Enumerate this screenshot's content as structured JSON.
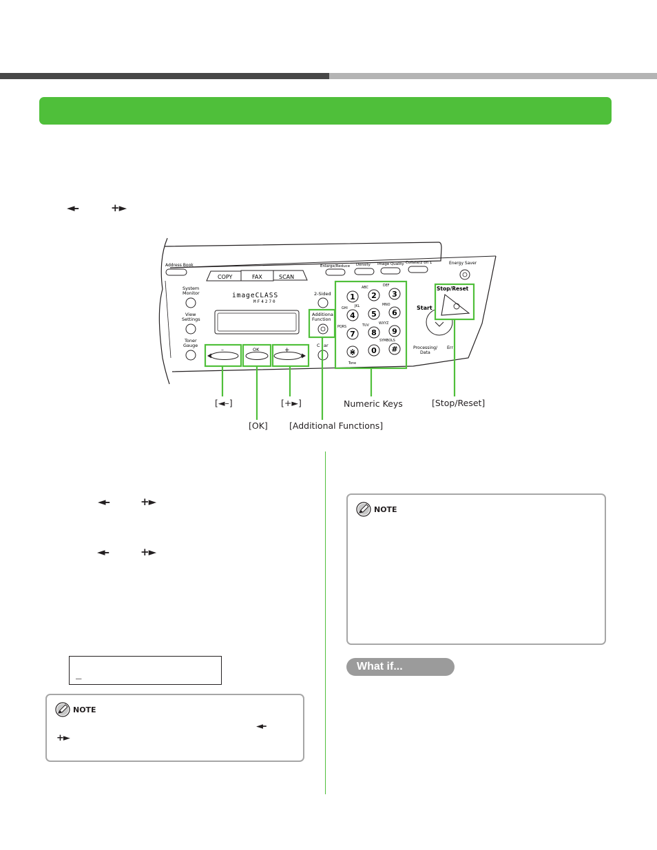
{
  "header": {
    "accent_color": "#4fbf3a"
  },
  "nav_keys": {
    "minus": "◄–",
    "plus": "+►"
  },
  "panel": {
    "buttons": {
      "address_book": "Address Book",
      "copy": "COPY",
      "fax": "FAX",
      "scan": "SCAN",
      "enlarge_reduce": "Enlarge/Reduce",
      "density": "Density",
      "image_quality": "Image Quality",
      "collate": "Collate/2 on 1",
      "energy_saver": "Energy Saver",
      "system_monitor_1": "System",
      "system_monitor_2": "Monitor",
      "view_settings_1": "View",
      "view_settings_2": "Settings",
      "toner_gauge_1": "Toner",
      "toner_gauge_2": "Gauge",
      "two_sided": "2-Sided",
      "additional_1": "Additiona",
      "additional_2": "Function",
      "clear_1": "C",
      "clear_2": "ar",
      "start": "Start",
      "stop_reset": "Stop/Reset",
      "processing_1": "Processing/",
      "processing_2": "Data",
      "error": "Err",
      "minus_key": "–",
      "ok_key": "OK",
      "plus_key": "+"
    },
    "brand": "imageCLASS",
    "model": "MF4270",
    "keypad": {
      "keys": [
        "1",
        "2",
        "3",
        "4",
        "5",
        "6",
        "7",
        "8",
        "9",
        "⋇",
        "0",
        "#"
      ],
      "letters": [
        "ABC",
        "DEF",
        "GHI",
        "JKL",
        "MNO",
        "PQRS",
        "TUV",
        "WXYZ",
        "SYMBOLS",
        "Tone"
      ]
    },
    "callouts": {
      "minus": "[◄–]",
      "ok": "[OK]",
      "plus": "[+►]",
      "additional": "[Additional Functions]",
      "numeric": "Numeric Keys",
      "stop_reset": "[Stop/Reset]"
    }
  },
  "steps": {
    "keys_1": {
      "minus": "◄–",
      "plus": "+►"
    },
    "keys_2": {
      "minus": "◄–",
      "plus": "+►"
    }
  },
  "lcd": {
    "cursor": "_"
  },
  "notes": {
    "left": {
      "label": "NOTE",
      "key_minus": "◄–",
      "key_plus": "+►"
    },
    "right": {
      "label": "NOTE"
    }
  },
  "whatif": {
    "label": "What if..."
  }
}
